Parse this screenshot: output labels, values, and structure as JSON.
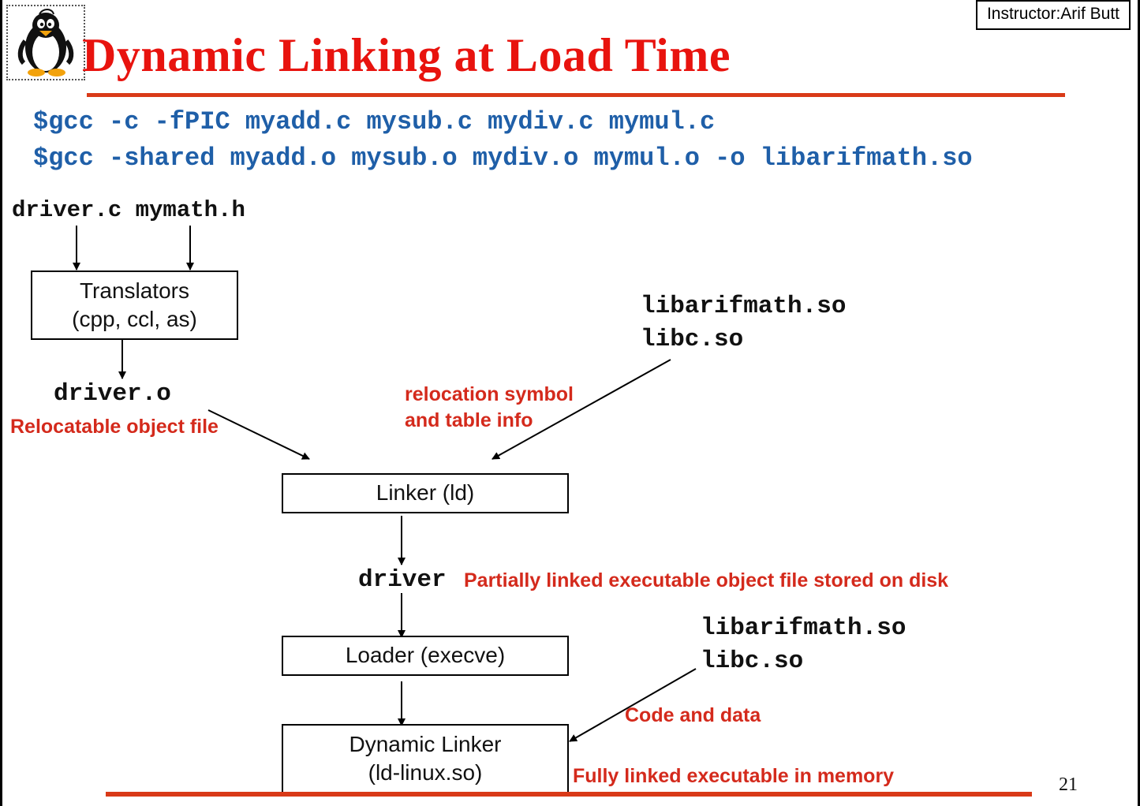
{
  "header": {
    "instructor": "Instructor:Arif Butt",
    "title": "Dynamic Linking at Load Time",
    "logo": "penguin-logo"
  },
  "commands": [
    "$gcc -c -fPIC myadd.c mysub.c mydiv.c mymul.c",
    "$gcc -shared myadd.o mysub.o mydiv.o mymul.o -o libarifmath.so"
  ],
  "diagram": {
    "sources": "driver.c mymath.h",
    "translators": {
      "line1": "Translators",
      "line2": "(cpp, ccl, as)"
    },
    "driver_o": "driver.o",
    "relocatable_label": "Relocatable object file",
    "libs_top": {
      "line1": "libarifmath.so",
      "line2": "libc.so"
    },
    "reloc_info": {
      "line1": "relocation symbol",
      "line2": "and table info"
    },
    "linker": "Linker (ld)",
    "driver": "driver",
    "partial_label": "Partially linked executable object file stored on disk",
    "libs_bottom": {
      "line1": "libarifmath.so",
      "line2": "libc.so"
    },
    "loader": "Loader (execve)",
    "code_data": "Code and data",
    "dyn_linker": {
      "line1": "Dynamic Linker",
      "line2": "(ld-linux.so)"
    },
    "fully_label": "Fully linked executable in memory"
  },
  "footer": {
    "page_number": "21"
  },
  "colors": {
    "title": "#e8130e",
    "command": "#1f5fa8",
    "label": "#d42a1c",
    "rule": "#d93a18"
  }
}
